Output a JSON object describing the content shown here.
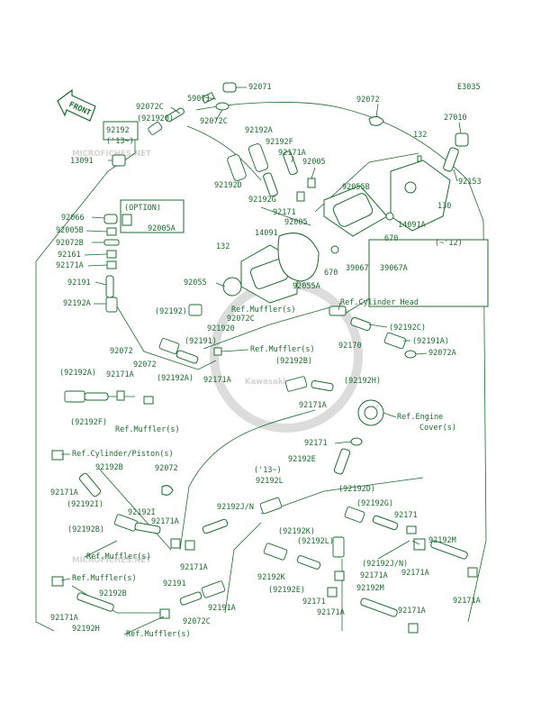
{
  "diagram_code": "E3035",
  "front_label": "FRONT",
  "watermark": {
    "text": "MICROFICHES.NET",
    "brand": "Kawasaki"
  },
  "colors": {
    "ink": "#1c6b2e",
    "watermark": "#d2d2d2",
    "background": "#ffffff"
  },
  "labels": {
    "p59071": "59071",
    "p92071": "92071",
    "p92072c_a": "92072C",
    "p92072c_b": "92072C",
    "p92072_top": "92072",
    "p27010": "27010",
    "p92192a_top": "92192A",
    "p92192f_top": "92192F",
    "p92171a_top": "92171A",
    "p132_top": "132",
    "p92005_a": "92005",
    "p92153": "92153",
    "p92192_top": "92192",
    "p921920": "(921920)",
    "p13_top": "('13~)",
    "p13091": "13091",
    "p92192d_top": "92192D",
    "p92192g_top": "92192G",
    "p92171_top": "92171",
    "p92005_b": "92005",
    "p92055b": "92055B",
    "p14091a": "14091A",
    "p130": "130",
    "p670_a": "670",
    "option": "(OPTION)",
    "p92066": "92066",
    "p92005a": "92005A",
    "p92005b": "92005B",
    "p92072b": "92072B",
    "p92161": "92161",
    "p92171a_l1": "92171A",
    "p132_mid": "132",
    "p14091": "14091",
    "p92055": "92055",
    "p92055a": "92055A",
    "p670_b": "670",
    "p39067": "39067",
    "p12": "(~'12)",
    "p39067a": "39067A",
    "p92191_l": "92191",
    "p92192a_l": "92192A",
    "p92192_paren": "(92192)",
    "ref_muffler_1": "Ref.Muffler(s)",
    "ref_cyl_head": "Ref.Cylinder Head",
    "p92072c_m": "92072C",
    "p92191_paren": "(92191)",
    "p921920_b": "921920",
    "ref_muffler_2": "Ref.Muffler(s)",
    "p92192b_paren": "(92192B)",
    "p92192a_paren2": "(92192A)",
    "p92072_l": "92072",
    "p92072_l2": "92072",
    "p92171a_m": "92171A",
    "p92192c_paren": "(92192C)",
    "p92170": "92170",
    "p92191a_paren": "(92191A)",
    "p92072a": "92072A",
    "p92192a_paren": "(92192A)",
    "p92171a_l2": "92171A",
    "p92192f_paren": "(92192F)",
    "ref_muffler_3": "Ref.Muffler(s)",
    "p92192h_paren": "(92192H)",
    "p92171a_m2": "92171A",
    "ref_engine_cover": "Ref.Engine",
    "ref_engine_cover2": "Cover(s)",
    "p92171_m": "92171",
    "p92192e": "92192E",
    "ref_cyl_piston": "Ref.Cylinder/Piston(s)",
    "p92171a_l3": "92171A",
    "p92192b": "92192B",
    "p92072_b": "92072",
    "p92192i_paren": "(92192I)",
    "p92192i": "92192I",
    "p92171a_b1": "92171A",
    "p92192b_paren2": "(92192B)",
    "ref_muffler_4": "Ref.Muffler(s)",
    "p92171a_b2": "92171A",
    "p13_b": "('13~)",
    "p92192l": "92192L",
    "p92192jn": "92192J/N",
    "p92192d_paren": "(92192D)",
    "p92192g_paren": "(92192G)",
    "p92192k_paren": "(92192K)",
    "p92192l_paren": "(92192L)",
    "p92171_b": "92171",
    "p92192m": "92192M",
    "p92192jn_paren": "(92192J/N)",
    "p92171a_b3": "92171A",
    "p92171a_b4": "92171A",
    "p92171a_b5": "92171A",
    "ref_muffler_5": "Ref.Muffler(s)",
    "p92171a_l4": "92171A",
    "p92192b_b": "92192B",
    "p92192h": "92192H",
    "p92191_b": "92191",
    "p92191a_b": "92191A",
    "p92072c_b2": "92072C",
    "ref_muffler_6": "Ref.Muffler(s)",
    "p92192k": "92192K",
    "p92192e_paren": "(92192E)",
    "p92171_b2": "92171",
    "p92171a_b6": "92171A",
    "p92192m_b": "92192M",
    "p92171a_b7": "92171A"
  }
}
